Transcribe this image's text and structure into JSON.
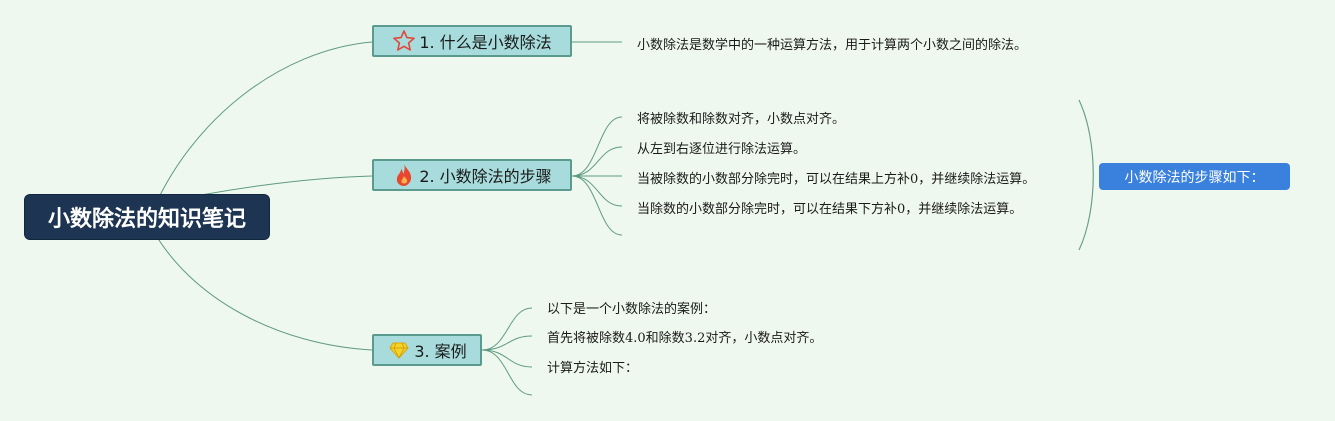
{
  "root": {
    "title": "小数除法的知识笔记"
  },
  "topics": [
    {
      "label": "1. 什么是小数除法",
      "icon": "star-icon"
    },
    {
      "label": "2. 小数除法的步骤",
      "icon": "fire-icon"
    },
    {
      "label": "3. 案例",
      "icon": "diamond-icon"
    }
  ],
  "definition": {
    "text": "小数除法是数学中的一种运算方法，用于计算两个小数之间的除法。"
  },
  "steps": [
    "将被除数和除数对齐，小数点对齐。",
    "从左到右逐位进行除法运算。",
    "当被除数的小数部分除完时，可以在结果上方补0，并继续除法运算。",
    "当除数的小数部分除完时，可以在结果下方补0，并继续除法运算。"
  ],
  "steps_summary": "小数除法的步骤如下：",
  "example": [
    "以下是一个小数除法的案例：",
    "首先将被除数4.0和除数3.2对齐，小数点对齐。",
    "计算方法如下："
  ],
  "colors": {
    "background": "#eff8ef",
    "root": "#1d3452",
    "topic_fill": "#a8dcdc",
    "topic_border": "#5b9a8f",
    "summary": "#3a80dd",
    "line": "#5f9a84"
  }
}
